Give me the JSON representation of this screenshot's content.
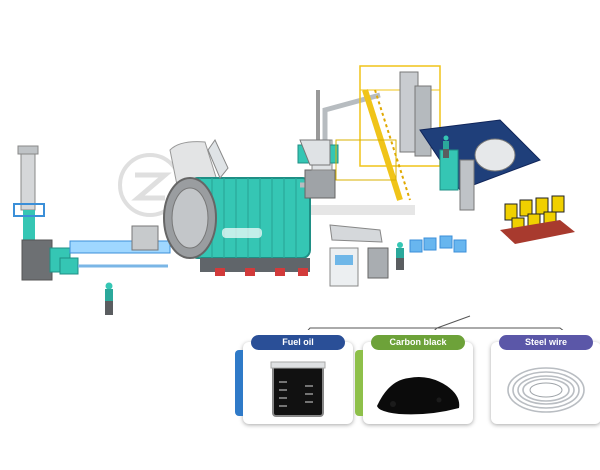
{
  "products": [
    {
      "label": "Fuel oil",
      "color": "#2a4f97",
      "sleeve": "#2f7ac8"
    },
    {
      "label": "Carbon black",
      "color": "#6da239",
      "sleeve": "#8ec04a"
    },
    {
      "label": "Steel wire",
      "color": "#5b57a8",
      "sleeve": "#7f7cc9"
    }
  ],
  "colors": {
    "teal": "#35c6b4",
    "teal_dark": "#1f8f85",
    "grey": "#8b8f93",
    "frame": "#f0c419",
    "pipe": "#7ab6e6"
  },
  "icons": [
    "tyre-pyrolysis-plant-illustration",
    "beaker-icon",
    "carbon-black-pile-icon",
    "wire-coil-icon"
  ]
}
